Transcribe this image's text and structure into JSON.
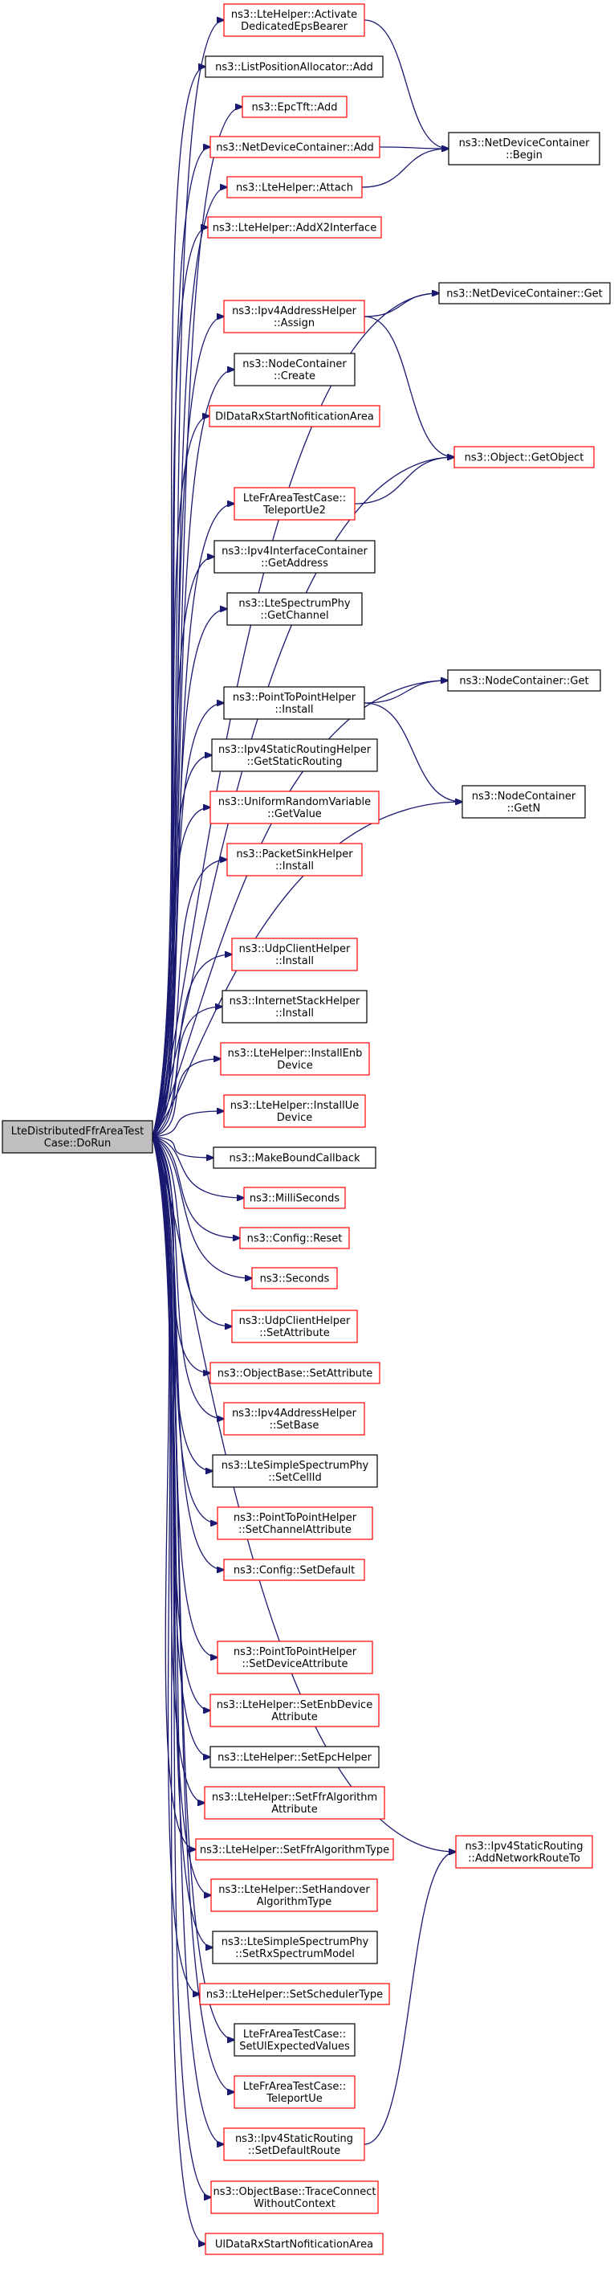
{
  "root": {
    "id": "root",
    "lines": [
      "LteDistributedFfrAreaTest",
      "Case::DoRun"
    ]
  },
  "nodes": [
    {
      "id": "n1",
      "style": "red",
      "lines": [
        "ns3::LteHelper::Activate",
        "DedicatedEpsBearer"
      ]
    },
    {
      "id": "n2",
      "style": "black",
      "lines": [
        "ns3::ListPositionAllocator::Add"
      ]
    },
    {
      "id": "n3",
      "style": "red",
      "lines": [
        "ns3::EpcTft::Add"
      ]
    },
    {
      "id": "n4",
      "style": "red",
      "lines": [
        "ns3::NetDeviceContainer::Add"
      ]
    },
    {
      "id": "n5",
      "style": "red",
      "lines": [
        "ns3::LteHelper::Attach"
      ]
    },
    {
      "id": "n6",
      "style": "red",
      "lines": [
        "ns3::LteHelper::AddX2Interface"
      ]
    },
    {
      "id": "n7",
      "style": "red",
      "lines": [
        "ns3::Ipv4AddressHelper",
        "::Assign"
      ]
    },
    {
      "id": "n8",
      "style": "black",
      "lines": [
        "ns3::NodeContainer",
        "::Create"
      ]
    },
    {
      "id": "n9",
      "style": "red",
      "lines": [
        "DlDataRxStartNofiticationArea"
      ]
    },
    {
      "id": "n10",
      "style": "red",
      "lines": [
        "LteFrAreaTestCase::",
        "TeleportUe2"
      ]
    },
    {
      "id": "n11",
      "style": "black",
      "lines": [
        "ns3::Ipv4InterfaceContainer",
        "::GetAddress"
      ]
    },
    {
      "id": "n12",
      "style": "black",
      "lines": [
        "ns3::LteSpectrumPhy",
        "::GetChannel"
      ]
    },
    {
      "id": "n13",
      "style": "black",
      "lines": [
        "ns3::PointToPointHelper",
        "::Install"
      ]
    },
    {
      "id": "n14",
      "style": "black",
      "lines": [
        "ns3::Ipv4StaticRoutingHelper",
        "::GetStaticRouting"
      ]
    },
    {
      "id": "n15",
      "style": "red",
      "lines": [
        "ns3::UniformRandomVariable",
        "::GetValue"
      ]
    },
    {
      "id": "n16",
      "style": "red",
      "lines": [
        "ns3::PacketSinkHelper",
        "::Install"
      ]
    },
    {
      "id": "n17",
      "style": "red",
      "lines": [
        "ns3::UdpClientHelper",
        "::Install"
      ]
    },
    {
      "id": "n18",
      "style": "black",
      "lines": [
        "ns3::InternetStackHelper",
        "::Install"
      ]
    },
    {
      "id": "n19",
      "style": "red",
      "lines": [
        "ns3::LteHelper::InstallEnb",
        "Device"
      ]
    },
    {
      "id": "n20",
      "style": "red",
      "lines": [
        "ns3::LteHelper::InstallUe",
        "Device"
      ]
    },
    {
      "id": "n21",
      "style": "black",
      "lines": [
        "ns3::MakeBoundCallback"
      ]
    },
    {
      "id": "n22",
      "style": "red",
      "lines": [
        "ns3::MilliSeconds"
      ]
    },
    {
      "id": "n23",
      "style": "red",
      "lines": [
        "ns3::Config::Reset"
      ]
    },
    {
      "id": "n24",
      "style": "red",
      "lines": [
        "ns3::Seconds"
      ]
    },
    {
      "id": "n25",
      "style": "red",
      "lines": [
        "ns3::UdpClientHelper",
        "::SetAttribute"
      ]
    },
    {
      "id": "n26",
      "style": "red",
      "lines": [
        "ns3::ObjectBase::SetAttribute"
      ]
    },
    {
      "id": "n27",
      "style": "red",
      "lines": [
        "ns3::Ipv4AddressHelper",
        "::SetBase"
      ]
    },
    {
      "id": "n28",
      "style": "black",
      "lines": [
        "ns3::LteSimpleSpectrumPhy",
        "::SetCellId"
      ]
    },
    {
      "id": "n29",
      "style": "red",
      "lines": [
        "ns3::PointToPointHelper",
        "::SetChannelAttribute"
      ]
    },
    {
      "id": "n30",
      "style": "red",
      "lines": [
        "ns3::Config::SetDefault"
      ]
    },
    {
      "id": "n31",
      "style": "red",
      "lines": [
        "ns3::PointToPointHelper",
        "::SetDeviceAttribute"
      ]
    },
    {
      "id": "n32",
      "style": "red",
      "lines": [
        "ns3::LteHelper::SetEnbDevice",
        "Attribute"
      ]
    },
    {
      "id": "n33",
      "style": "black",
      "lines": [
        "ns3::LteHelper::SetEpcHelper"
      ]
    },
    {
      "id": "n34",
      "style": "red",
      "lines": [
        "ns3::LteHelper::SetFfrAlgorithm",
        "Attribute"
      ]
    },
    {
      "id": "n35",
      "style": "red",
      "lines": [
        "ns3::LteHelper::SetFfrAlgorithmType"
      ]
    },
    {
      "id": "n36",
      "style": "red",
      "lines": [
        "ns3::LteHelper::SetHandover",
        "AlgorithmType"
      ]
    },
    {
      "id": "n37",
      "style": "black",
      "lines": [
        "ns3::LteSimpleSpectrumPhy",
        "::SetRxSpectrumModel"
      ]
    },
    {
      "id": "n38",
      "style": "red",
      "lines": [
        "ns3::LteHelper::SetSchedulerType"
      ]
    },
    {
      "id": "n39",
      "style": "black",
      "lines": [
        "LteFrAreaTestCase::",
        "SetUlExpectedValues"
      ]
    },
    {
      "id": "n40",
      "style": "red",
      "lines": [
        "LteFrAreaTestCase::",
        "TeleportUe"
      ]
    },
    {
      "id": "n41",
      "style": "red",
      "lines": [
        "ns3::Ipv4StaticRouting",
        "::SetDefaultRoute"
      ]
    },
    {
      "id": "n42",
      "style": "red",
      "lines": [
        "ns3::ObjectBase::TraceConnect",
        "WithoutContext"
      ]
    },
    {
      "id": "n43",
      "style": "red",
      "lines": [
        "UlDataRxStartNofiticationArea"
      ]
    },
    {
      "id": "t1",
      "style": "black",
      "lines": [
        "ns3::NetDeviceContainer",
        "::Begin"
      ]
    },
    {
      "id": "t2",
      "style": "black",
      "lines": [
        "ns3::NetDeviceContainer::Get"
      ]
    },
    {
      "id": "t3",
      "style": "red",
      "lines": [
        "ns3::Object::GetObject"
      ]
    },
    {
      "id": "t4",
      "style": "black",
      "lines": [
        "ns3::NodeContainer::Get"
      ]
    },
    {
      "id": "t5",
      "style": "black",
      "lines": [
        "ns3::NodeContainer",
        "::GetN"
      ]
    },
    {
      "id": "t6",
      "style": "red",
      "lines": [
        "ns3::Ipv4StaticRouting",
        "::AddNetworkRouteTo"
      ]
    }
  ],
  "edges": [
    [
      "root",
      "n1"
    ],
    [
      "root",
      "n2"
    ],
    [
      "root",
      "n3"
    ],
    [
      "root",
      "n4"
    ],
    [
      "root",
      "n5"
    ],
    [
      "root",
      "n6"
    ],
    [
      "root",
      "t2"
    ],
    [
      "root",
      "n7"
    ],
    [
      "root",
      "n8"
    ],
    [
      "root",
      "n9"
    ],
    [
      "root",
      "t3"
    ],
    [
      "root",
      "n10"
    ],
    [
      "root",
      "n11"
    ],
    [
      "root",
      "n12"
    ],
    [
      "root",
      "t4"
    ],
    [
      "root",
      "n13"
    ],
    [
      "root",
      "n14"
    ],
    [
      "root",
      "n15"
    ],
    [
      "root",
      "n16"
    ],
    [
      "root",
      "t5"
    ],
    [
      "root",
      "n17"
    ],
    [
      "root",
      "n18"
    ],
    [
      "root",
      "n19"
    ],
    [
      "root",
      "n20"
    ],
    [
      "root",
      "n21"
    ],
    [
      "root",
      "n22"
    ],
    [
      "root",
      "n23"
    ],
    [
      "root",
      "n24"
    ],
    [
      "root",
      "n25"
    ],
    [
      "root",
      "n26"
    ],
    [
      "root",
      "n27"
    ],
    [
      "root",
      "n28"
    ],
    [
      "root",
      "n29"
    ],
    [
      "root",
      "n30"
    ],
    [
      "root",
      "t6"
    ],
    [
      "root",
      "n31"
    ],
    [
      "root",
      "n32"
    ],
    [
      "root",
      "n33"
    ],
    [
      "root",
      "n34"
    ],
    [
      "root",
      "n35"
    ],
    [
      "root",
      "n36"
    ],
    [
      "root",
      "n37"
    ],
    [
      "root",
      "n38"
    ],
    [
      "root",
      "n39"
    ],
    [
      "root",
      "n40"
    ],
    [
      "root",
      "n41"
    ],
    [
      "root",
      "n42"
    ],
    [
      "root",
      "n43"
    ],
    [
      "n1",
      "t1"
    ],
    [
      "n4",
      "t1"
    ],
    [
      "n5",
      "t1"
    ],
    [
      "n7",
      "t2"
    ],
    [
      "n7",
      "t3"
    ],
    [
      "n10",
      "t3"
    ],
    [
      "n13",
      "t4"
    ],
    [
      "n13",
      "t5"
    ],
    [
      "n41",
      "t6"
    ]
  ]
}
